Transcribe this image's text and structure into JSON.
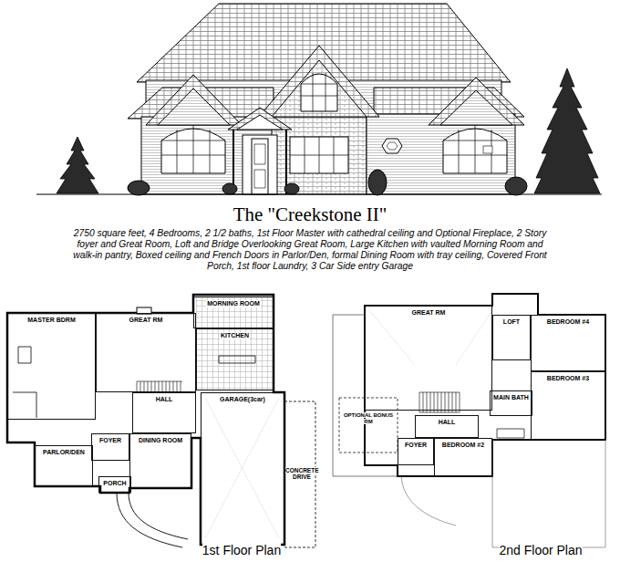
{
  "diagram": {
    "title": "The \"Creekstone II\"",
    "caption": "2750 square feet, 4 Bedrooms, 2 1/2 baths, 1st Floor Master with cathedral ceiling and Optional Fireplace, 2 Story foyer and Great Room, Loft and Bridge Overlooking Great Room, Large Kitchen with vaulted Morning Room and walk-in pantry, Boxed ceiling and French Doors in Parlor/Den, formal Dining Room with tray ceiling, Covered Front Porch, 1st floor Laundry, 3 Car Side entry Garage",
    "nodes": [
      {
        "text": [
          "MORNING ROOM"
        ]
      },
      {
        "text": [
          "MASTER BDRM"
        ]
      },
      {
        "text": [
          "GREAT RM"
        ]
      },
      {
        "text": [
          "KITCHEN"
        ]
      },
      {
        "text": [
          "HALL"
        ]
      },
      {
        "text": [
          "FOYER"
        ]
      },
      {
        "text": [
          "DINING ROOM"
        ]
      },
      {
        "text": [
          "PARLOR/DEN"
        ]
      },
      {
        "text": [
          "PORCH"
        ]
      },
      {
        "text": [
          "GARAGE(3car)"
        ]
      },
      {
        "text": [
          "GREAT RM"
        ]
      },
      {
        "text": [
          "LOFT"
        ]
      },
      {
        "text": [
          "BEDROOM #4"
        ]
      },
      {
        "text": [
          "BEDROOM #3"
        ]
      },
      {
        "text": [
          "MAIN BATH"
        ]
      },
      {
        "text": [
          "HALL"
        ]
      },
      {
        "text": [
          "FOYER"
        ]
      },
      {
        "text": [
          "BEDROOM #2"
        ]
      }
    ],
    "labels": [
      "CONCRETE DRIVE",
      "1st Floor Plan",
      "OPTIONAL BONUS RM",
      "2nd Floor Plan"
    ]
  }
}
